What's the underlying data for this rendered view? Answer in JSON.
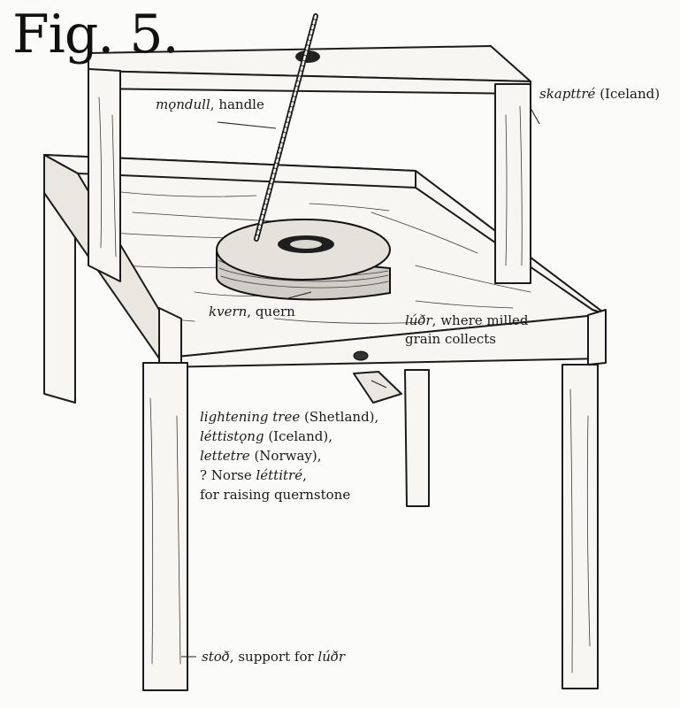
{
  "figure": {
    "title": "Fig. 5."
  },
  "labels": {
    "handle": {
      "term": "mǫndull",
      "rest": ", handle"
    },
    "frame": {
      "term": "skapttré",
      "rest": " (Iceland)"
    },
    "quern": {
      "term": "kvern",
      "rest": ", quern"
    },
    "tray": {
      "term": "lúðr",
      "rest": ", where milled",
      "line2": "grain collects"
    },
    "lever": {
      "line1_term": "lightening tree",
      "line1_rest": " (Shetland),",
      "line2_term": "léttistǫng",
      "line2_rest": " (Iceland),",
      "line3_term": "lettetre",
      "line3_rest": " (Norway),",
      "line4_pre": "? Norse ",
      "line4_term": "léttitré",
      "line4_rest": ",",
      "line5": "for raising quernstone"
    },
    "support": {
      "term": "stoð",
      "mid": ", support for ",
      "term2": "lúðr"
    }
  }
}
